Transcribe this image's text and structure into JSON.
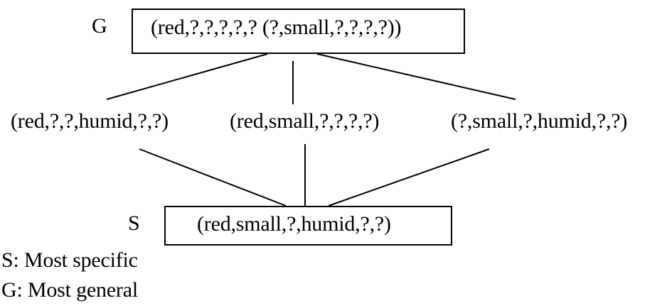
{
  "diagram": {
    "general": {
      "label": "G",
      "hypothesis": "(red,?,?,?,?,? (?,small,?,?,?,?))"
    },
    "middle": [
      "(red,?,?,humid,?,?)",
      "(red,small,?,?,?,?)",
      "(?,small,?,humid,?,?)"
    ],
    "specific": {
      "label": "S",
      "hypothesis": "(red,small,?,humid,?,?)"
    },
    "legend": [
      "S: Most specific",
      "G: Most general"
    ]
  }
}
